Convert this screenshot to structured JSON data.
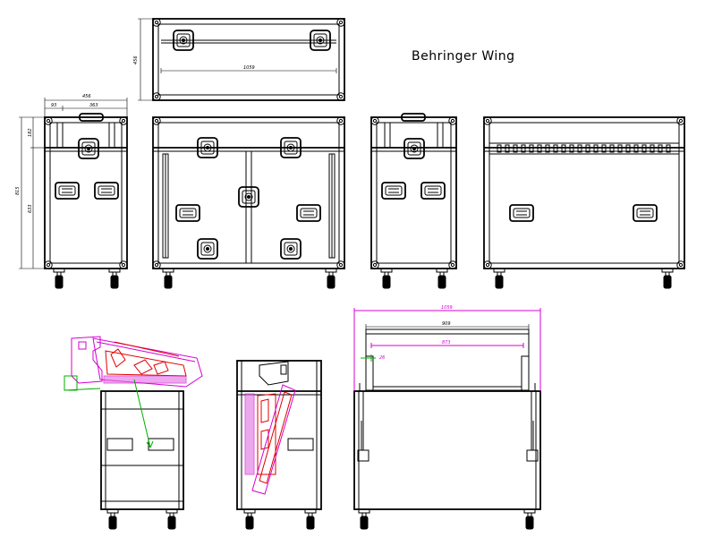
{
  "title": "Behringer Wing",
  "dimensions": {
    "top_width": "1059",
    "top_depth": "456",
    "side_depth": "456",
    "side_seg_a": "93",
    "side_seg_b": "363",
    "side_height_total": "815",
    "side_height_upper": "182",
    "side_height_lower": "633",
    "open_total": "1059",
    "open_inner": "909",
    "open_mixer": "873",
    "open_small": "26"
  },
  "colors": {
    "outline": "#000000",
    "dimension_magenta": "#d400d4",
    "mixer_red": "#e00000",
    "accent_green": "#00b000"
  }
}
